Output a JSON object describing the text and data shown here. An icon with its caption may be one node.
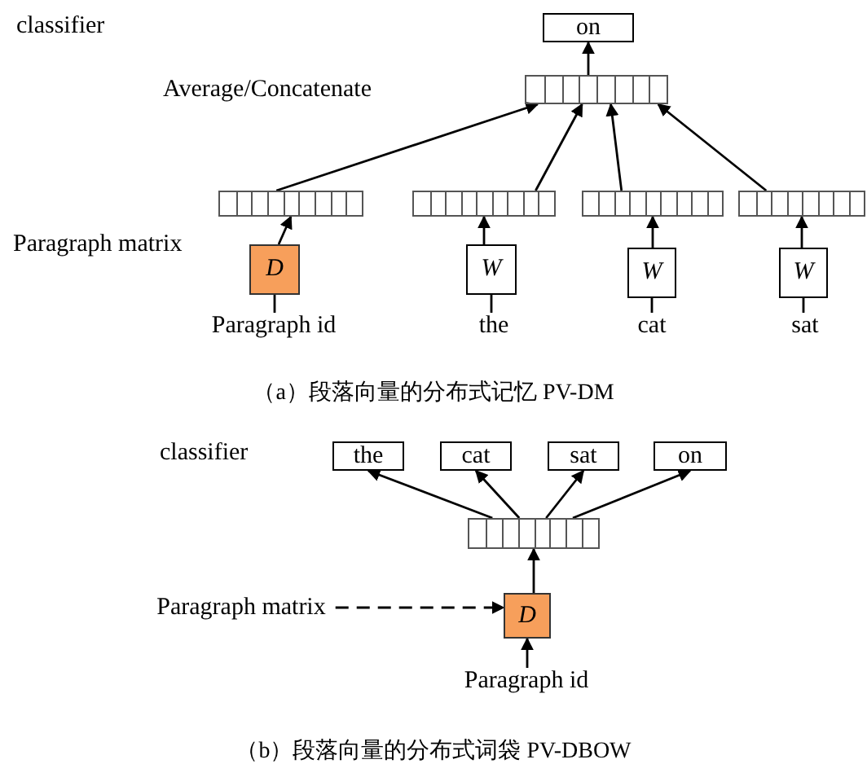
{
  "diagram": {
    "nodes": [
      {
        "text": [
          "on"
        ]
      },
      {
        "text": [],
        "shape": "bar"
      },
      {
        "text": [],
        "shape": "bar"
      },
      {
        "text": [],
        "shape": "bar"
      },
      {
        "text": [],
        "shape": "bar"
      },
      {
        "text": [],
        "shape": "bar"
      },
      {
        "text": [
          "D"
        ]
      },
      {
        "text": [
          "W"
        ]
      },
      {
        "text": [
          "W"
        ]
      },
      {
        "text": [
          "W"
        ]
      },
      {
        "text": [
          "Paragraph id"
        ]
      },
      {
        "text": [
          "the"
        ]
      },
      {
        "text": [
          "cat"
        ]
      },
      {
        "text": [
          "sat"
        ]
      },
      {
        "text": [
          "the"
        ]
      },
      {
        "text": [
          "cat"
        ]
      },
      {
        "text": [
          "sat"
        ]
      },
      {
        "text": [
          "on"
        ]
      },
      {
        "text": [],
        "shape": "bar"
      },
      {
        "text": [
          "Paragraph matrix"
        ]
      },
      {
        "text": [
          "D"
        ]
      },
      {
        "text": [
          "Paragraph id"
        ]
      }
    ],
    "edges": [
      {
        "from": 1,
        "to": 0,
        "arrow": "to"
      },
      {
        "from": 2,
        "to": 1,
        "arrow": "to"
      },
      {
        "from": 3,
        "to": 1,
        "arrow": "to"
      },
      {
        "from": 4,
        "to": 1,
        "arrow": "to"
      },
      {
        "from": 5,
        "to": 1,
        "arrow": "to"
      },
      {
        "from": 6,
        "to": 2,
        "arrow": "to"
      },
      {
        "from": 7,
        "to": 3,
        "arrow": "to"
      },
      {
        "from": 8,
        "to": 4,
        "arrow": "to"
      },
      {
        "from": 9,
        "to": 5,
        "arrow": "to"
      },
      {
        "from": 10,
        "to": 6,
        "arrow": "none"
      },
      {
        "from": 11,
        "to": 7,
        "arrow": "none"
      },
      {
        "from": 12,
        "to": 8,
        "arrow": "none"
      },
      {
        "from": 13,
        "to": 9,
        "arrow": "none"
      },
      {
        "from": 18,
        "to": 14,
        "arrow": "to"
      },
      {
        "from": 18,
        "to": 15,
        "arrow": "to"
      },
      {
        "from": 18,
        "to": 16,
        "arrow": "to"
      },
      {
        "from": 18,
        "to": 17,
        "arrow": "to"
      },
      {
        "from": 20,
        "to": 18,
        "arrow": "to"
      },
      {
        "from": 19,
        "to": 20,
        "arrow": "to",
        "style": "dashed"
      },
      {
        "from": 21,
        "to": 20,
        "arrow": "to"
      }
    ],
    "labels": [
      "classifier",
      "Average/Concatenate",
      "Paragraph matrix",
      "（a）段落向量的分布式记忆 PV-DM",
      "classifier",
      "（b）段落向量的分布式词袋 PV-DBOW"
    ]
  }
}
